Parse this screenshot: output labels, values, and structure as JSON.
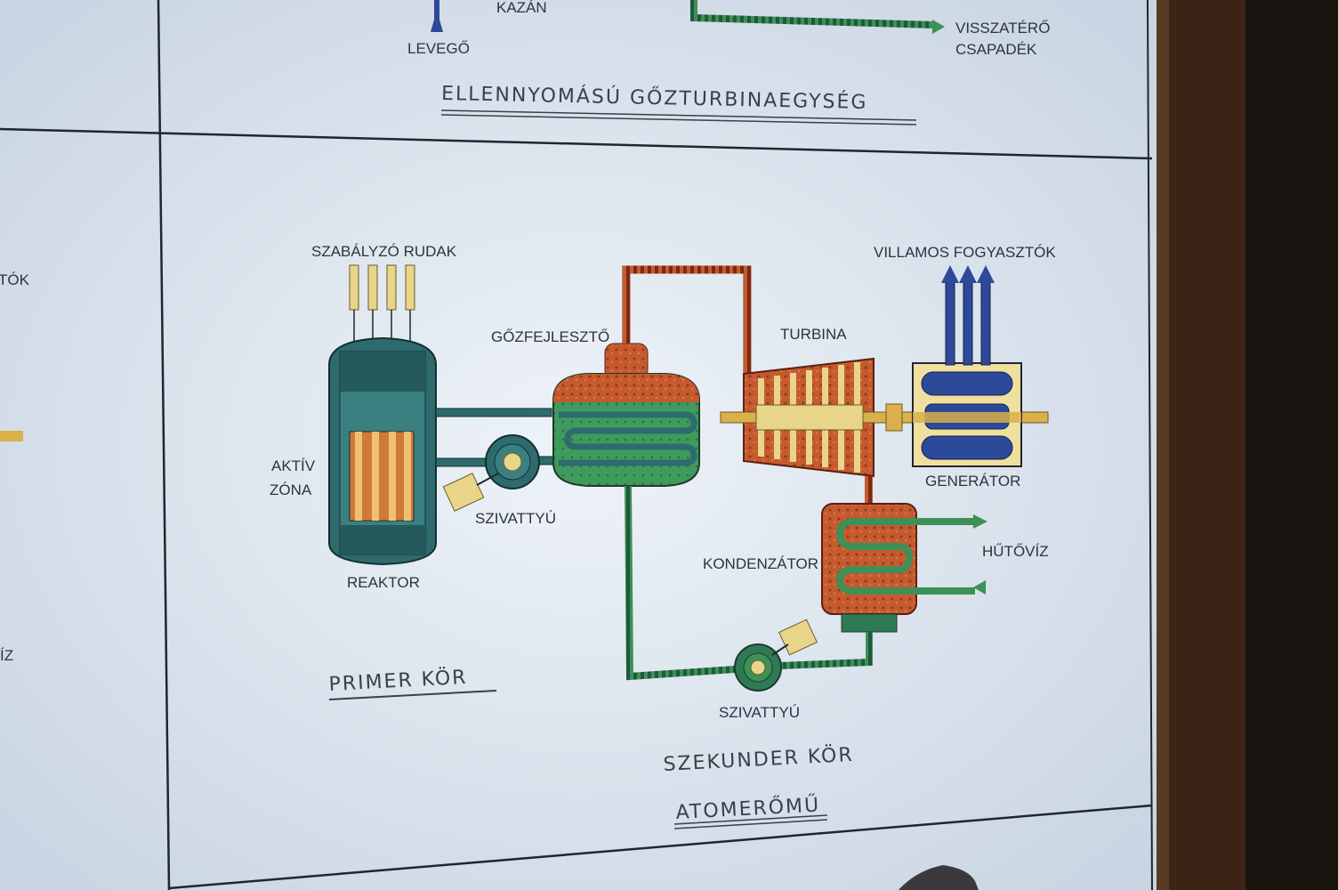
{
  "top": {
    "kazan": "KAZÁN",
    "levego": "LEVEGŐ",
    "visszatero_1": "VISSZATÉRŐ",
    "visszatero_2": "CSAPADÉK",
    "title": "ELLENNYOMÁSÚ GŐZTURBINAEGYSÉG"
  },
  "left_fragments": {
    "tok": "TÓK",
    "iz": "ÍZ"
  },
  "diagram": {
    "szabalyzo_rudak": "SZABÁLYZÓ  RUDAK",
    "gozfejleszto": "GŐZFEJLESZTŐ",
    "turbina": "TURBINA",
    "villamos": "VILLAMOS  FOGYASZTÓK",
    "aktiv": "AKTÍV",
    "zona": "ZÓNA",
    "szivattyu_1": "SZIVATTYÚ",
    "reaktor": "REAKTOR",
    "generator": "GENERÁTOR",
    "kondenzator": "KONDENZÁTOR",
    "hutoviz": "HŰTŐVÍZ",
    "szivattyu_2": "SZIVATTYÚ",
    "primer": "PRIMER KÖR",
    "szekunder": "SZEKUNDER KÖR",
    "atomeromu": "ATOMERŐMŰ"
  },
  "colors": {
    "panel": "#d9e3ee",
    "steam": "#c65a2f",
    "water": "#2f7a56",
    "teal": "#2e6b6e",
    "rod": "#e8d58a",
    "generator_blue": "#2d4a9a",
    "frame": "#3b2416"
  }
}
